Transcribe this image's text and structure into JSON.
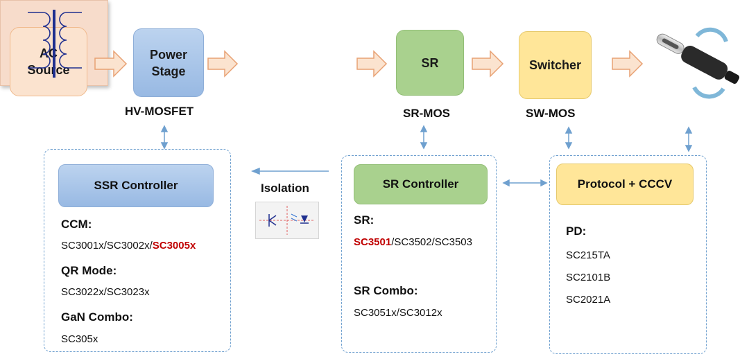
{
  "blocks": {
    "ac_source": "AC\nSource",
    "power_stage": "Power\nStage",
    "hv_mosfet": "HV-MOSFET",
    "sr": "SR",
    "sr_mos": "SR-MOS",
    "switcher": "Switcher",
    "sw_mos": "SW-MOS"
  },
  "isolation_label": "Isolation",
  "ssr_panel": {
    "title": "SSR Controller",
    "ccm_heading": "CCM:",
    "ccm_parts_plain": "SC3001x/SC3002x/",
    "ccm_parts_highlight": "SC3005x",
    "qr_heading": "QR Mode:",
    "qr_parts": "SC3022x/SC3023x",
    "gan_heading": "GaN Combo:",
    "gan_parts": "SC305x"
  },
  "sr_panel": {
    "title": "SR Controller",
    "sr_heading": "SR:",
    "sr_parts_highlight": "SC3501",
    "sr_parts_plain": "/SC3502/SC3503",
    "combo_heading": "SR Combo:",
    "combo_parts": "SC3051x/SC3012x"
  },
  "protocol_panel": {
    "title": "Protocol + CCCV",
    "pd_heading": "PD:",
    "pd_parts": [
      "SC215TA",
      "SC2101B",
      "SC2021A"
    ]
  },
  "colors": {
    "highlight": "#c00000",
    "arrow_fill": "#fbe3cf",
    "arrow_stroke": "#e8a173",
    "link": "#6fa0cf",
    "panel_border": "#6fa0cf"
  }
}
